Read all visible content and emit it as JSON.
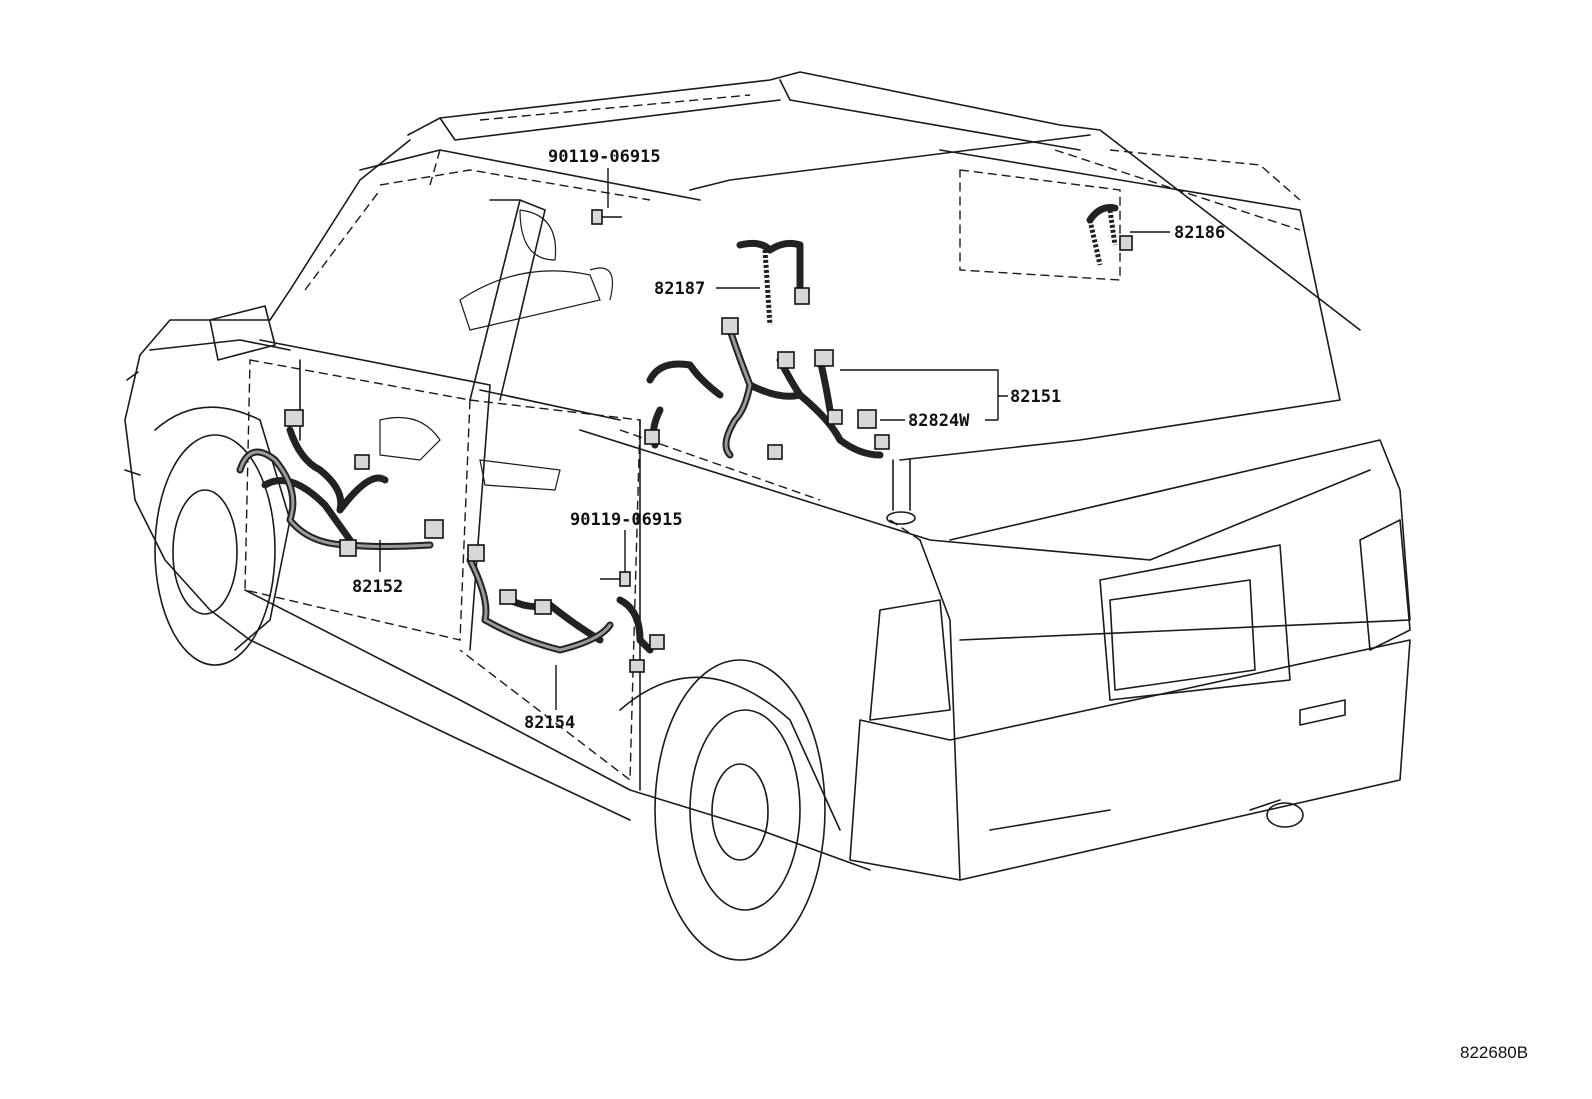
{
  "labels": {
    "bolt_upper": "90119-06915",
    "bolt_lower": "90119-06915",
    "p82186": "82186",
    "p82187": "82187",
    "p82151": "82151",
    "p82824w": "82824W",
    "p82152": "82152",
    "p82154": "82154"
  },
  "diagram_code": "822680B"
}
